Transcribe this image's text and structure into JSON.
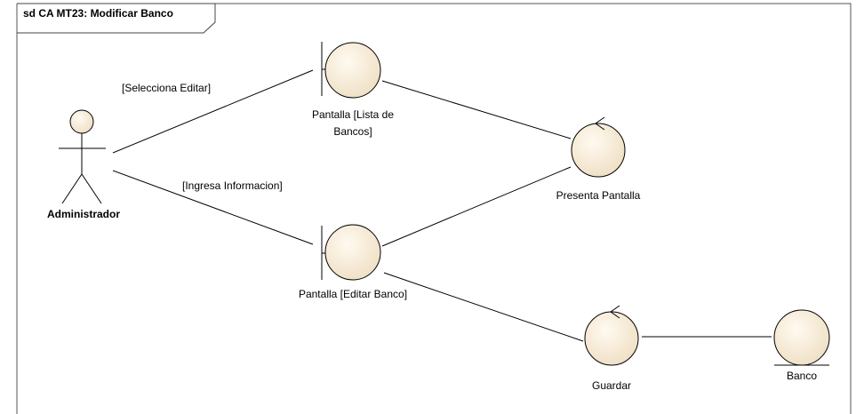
{
  "frame": {
    "title": "sd CA MT23: Modificar Banco"
  },
  "actor": {
    "name": "Administrador"
  },
  "boundaries": [
    {
      "label_line1": "Pantalla [Lista de",
      "label_line2": "Bancos]"
    },
    {
      "label_line1": "Pantalla [Editar Banco]",
      "label_line2": ""
    }
  ],
  "controls": [
    {
      "label": "Presenta Pantalla"
    },
    {
      "label": "Guardar"
    }
  ],
  "entities": [
    {
      "label": "Banco"
    }
  ],
  "messages": [
    {
      "label": "[Selecciona Editar]"
    },
    {
      "label": "[Ingresa Informacion]"
    }
  ],
  "colors": {
    "element_fill": "#f6ead7",
    "stroke": "#000000",
    "frame_stroke": "#555555"
  }
}
